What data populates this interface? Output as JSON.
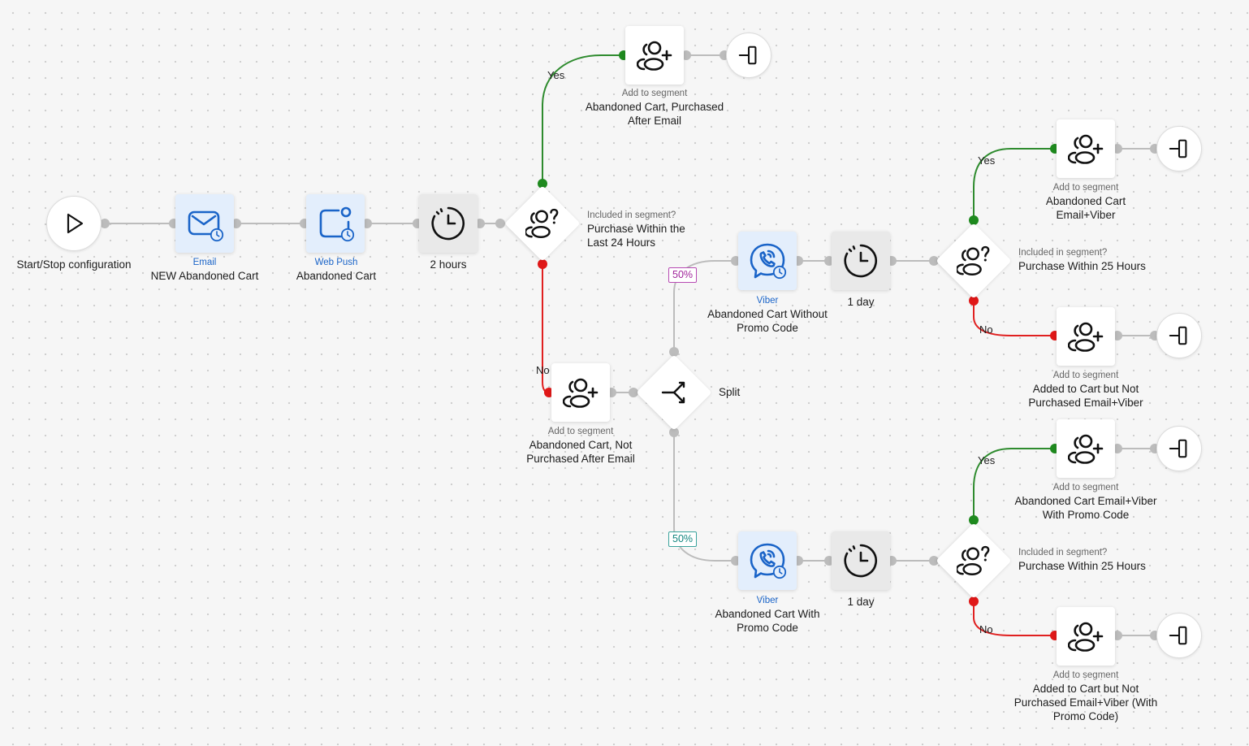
{
  "colors": {
    "yes_wire": "#2e8b2e",
    "no_wire": "#e02020",
    "wire": "#bcbcbc",
    "channel_icon": "#1a64c8"
  },
  "nodes": {
    "start": {
      "label": "Start/Stop configuration",
      "icon": "play-icon"
    },
    "email": {
      "caption": "Email",
      "label": "NEW Abandoned Cart",
      "icon": "email-icon"
    },
    "webpush": {
      "caption": "Web Push",
      "label": "Abandoned Cart",
      "icon": "web-push-icon"
    },
    "wait1": {
      "label": "2 hours",
      "icon": "clock-icon"
    },
    "cond1": {
      "caption": "Included in segment?",
      "label": "Purchase Within the Last 24 Hours",
      "icon": "segment-question-icon"
    },
    "seg_top": {
      "caption": "Add to segment",
      "label": "Abandoned Cart, Purchased After Email",
      "icon": "add-segment-icon"
    },
    "seg_no1": {
      "caption": "Add to segment",
      "label": "Abandoned Cart, Not Purchased After Email",
      "icon": "add-segment-icon"
    },
    "split": {
      "label": "Split",
      "icon": "split-icon"
    },
    "viber1": {
      "caption": "Viber",
      "label": "Abandoned Cart Without Promo Code",
      "icon": "viber-icon"
    },
    "wait2": {
      "label": "1 day",
      "icon": "clock-icon"
    },
    "cond2": {
      "caption": "Included in segment?",
      "label": "Purchase Within 25 Hours",
      "icon": "segment-question-icon"
    },
    "seg_r1": {
      "caption": "Add to segment",
      "label": "Abandoned Cart Email+Viber",
      "icon": "add-segment-icon"
    },
    "seg_r2": {
      "caption": "Add to segment",
      "label": "Added to Cart but Not Purchased Email+Viber",
      "icon": "add-segment-icon"
    },
    "viber2": {
      "caption": "Viber",
      "label": "Abandoned Cart With Promo Code",
      "icon": "viber-icon"
    },
    "wait3": {
      "label": "1 day",
      "icon": "clock-icon"
    },
    "cond3": {
      "caption": "Included in segment?",
      "label": "Purchase Within 25 Hours",
      "icon": "segment-question-icon"
    },
    "seg_r3": {
      "caption": "Add to segment",
      "label": "Abandoned Cart Email+Viber With Promo Code",
      "icon": "add-segment-icon"
    },
    "seg_r4": {
      "caption": "Add to segment",
      "label": "Added to Cart but Not Purchased Email+Viber (With Promo Code)",
      "icon": "add-segment-icon"
    }
  },
  "branches": {
    "yes": "Yes",
    "no": "No",
    "split_top": "50%",
    "split_bottom": "50%"
  },
  "exit_icon": "exit-icon"
}
